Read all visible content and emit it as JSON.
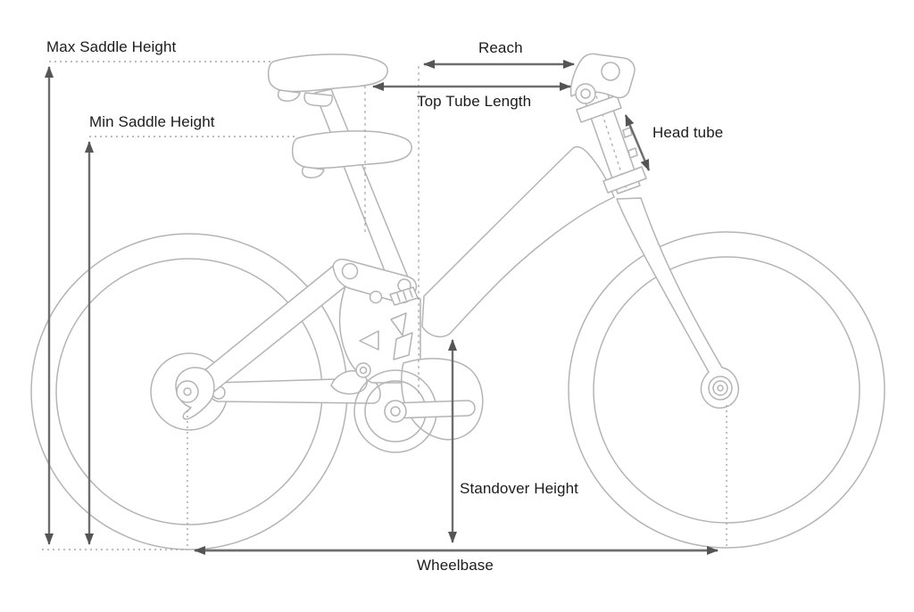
{
  "figure": {
    "title": "Bike geometry diagram",
    "subject": "Side-view line drawing of a step-through electric bike annotated with frame measurement arrows"
  },
  "colors": {
    "background": "#ffffff",
    "bike_line": "#b4b4b4",
    "dimension_line": "#6d6d6d",
    "arrowhead": "#555555",
    "dotted_line": "#a6a6a6",
    "label_text": "#1c1c1c"
  },
  "measurements": [
    {
      "id": "max-saddle-height",
      "label": "Max Saddle Height",
      "orientation": "vertical",
      "region": "left"
    },
    {
      "id": "min-saddle-height",
      "label": "Min Saddle Height",
      "orientation": "vertical",
      "region": "left"
    },
    {
      "id": "reach",
      "label": "Reach",
      "orientation": "horizontal",
      "region": "top"
    },
    {
      "id": "top-tube-length",
      "label": "Top Tube Length",
      "orientation": "horizontal",
      "region": "top"
    },
    {
      "id": "head-tube",
      "label": "Head tube",
      "orientation": "diagonal",
      "region": "right"
    },
    {
      "id": "standover-height",
      "label": "Standover Height",
      "orientation": "vertical",
      "region": "center"
    },
    {
      "id": "wheelbase",
      "label": "Wheelbase",
      "orientation": "horizontal",
      "region": "bottom"
    }
  ]
}
